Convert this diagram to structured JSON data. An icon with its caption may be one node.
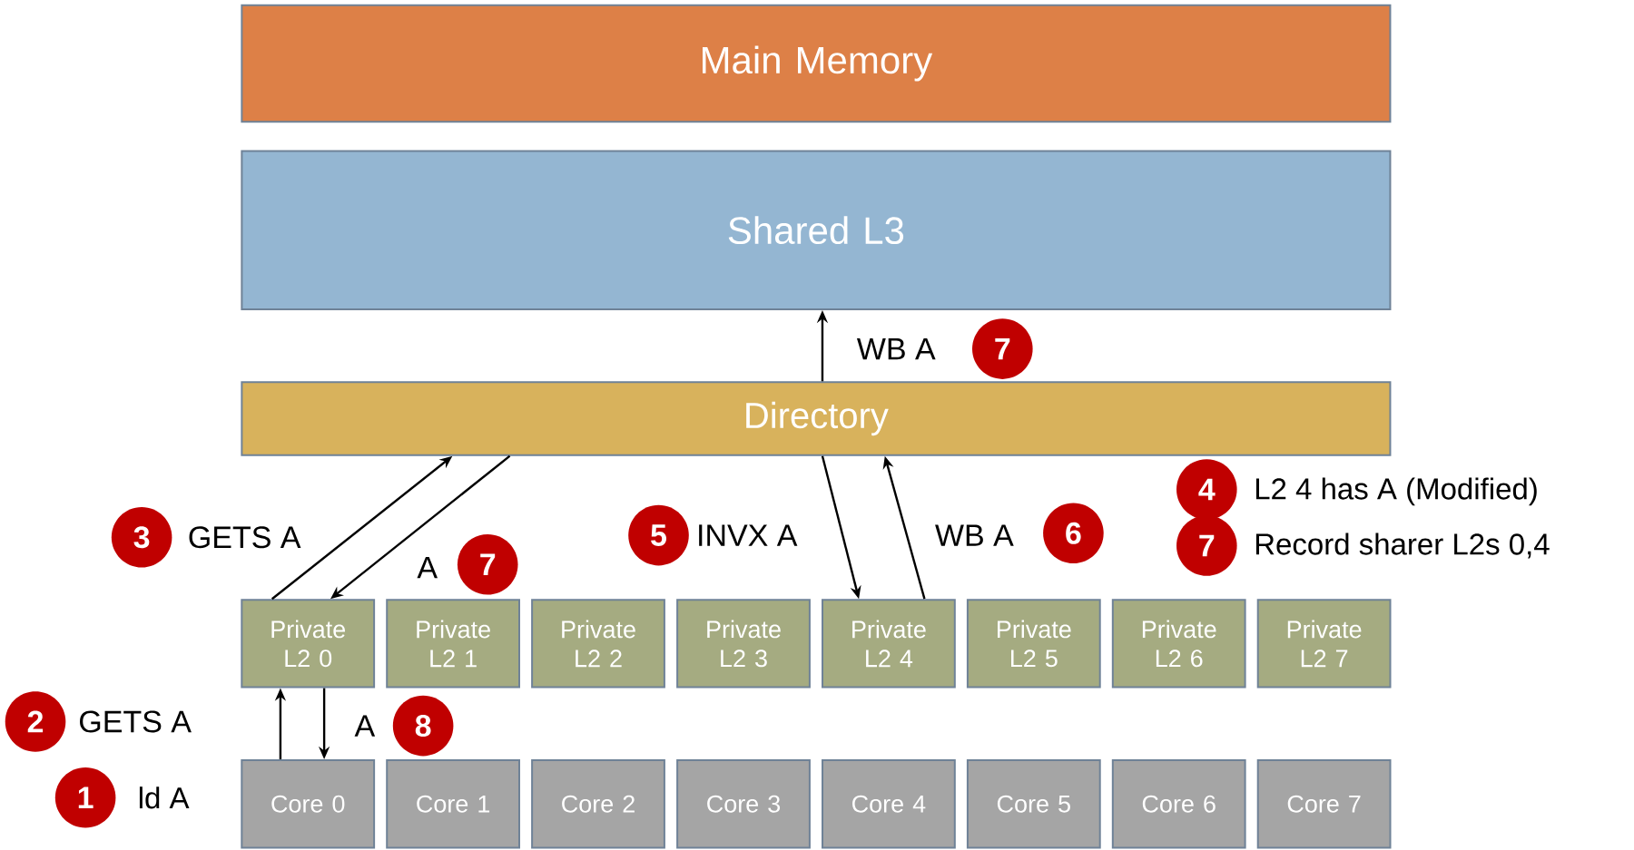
{
  "diagram": {
    "nodes": [
      {
        "text": [
          "Main Memory"
        ]
      },
      {
        "text": [
          "Shared L3"
        ]
      },
      {
        "text": [
          "Directory"
        ]
      },
      {
        "text": [
          "Private L2 0"
        ]
      },
      {
        "text": [
          "Private L2 1"
        ]
      },
      {
        "text": [
          "Private L2 2"
        ]
      },
      {
        "text": [
          "Private L2 3"
        ]
      },
      {
        "text": [
          "Private L2 4"
        ]
      },
      {
        "text": [
          "Private L2 5"
        ]
      },
      {
        "text": [
          "Private L2 6"
        ]
      },
      {
        "text": [
          "Private L2 7"
        ]
      },
      {
        "text": [
          "Core 0"
        ]
      },
      {
        "text": [
          "Core 1"
        ]
      },
      {
        "text": [
          "Core 2"
        ]
      },
      {
        "text": [
          "Core 3"
        ]
      },
      {
        "text": [
          "Core 4"
        ]
      },
      {
        "text": [
          "Core 5"
        ]
      },
      {
        "text": [
          "Core 6"
        ]
      },
      {
        "text": [
          "Core 7"
        ]
      }
    ],
    "edges": [
      {
        "from": 2,
        "to": 1,
        "arrow": "to",
        "label": "WB A"
      },
      {
        "from": 3,
        "to": 2,
        "arrow": "to",
        "label": "GETS A"
      },
      {
        "from": 2,
        "to": 3,
        "arrow": "to",
        "label": "A"
      },
      {
        "from": 2,
        "to": 7,
        "arrow": "to",
        "label": "INVX A"
      },
      {
        "from": 7,
        "to": 2,
        "arrow": "to",
        "label": "WB A"
      },
      {
        "from": 11,
        "to": 3,
        "arrow": "to",
        "label": "GETS A"
      },
      {
        "from": 3,
        "to": 11,
        "arrow": "to",
        "label": "A"
      }
    ],
    "labels": [
      "7",
      "4",
      "L2 4 has A (Modified)",
      "3",
      "5",
      "6",
      "7",
      "Record sharer L2s 0,4",
      "7",
      "2",
      "8",
      "1",
      "ld A"
    ]
  }
}
